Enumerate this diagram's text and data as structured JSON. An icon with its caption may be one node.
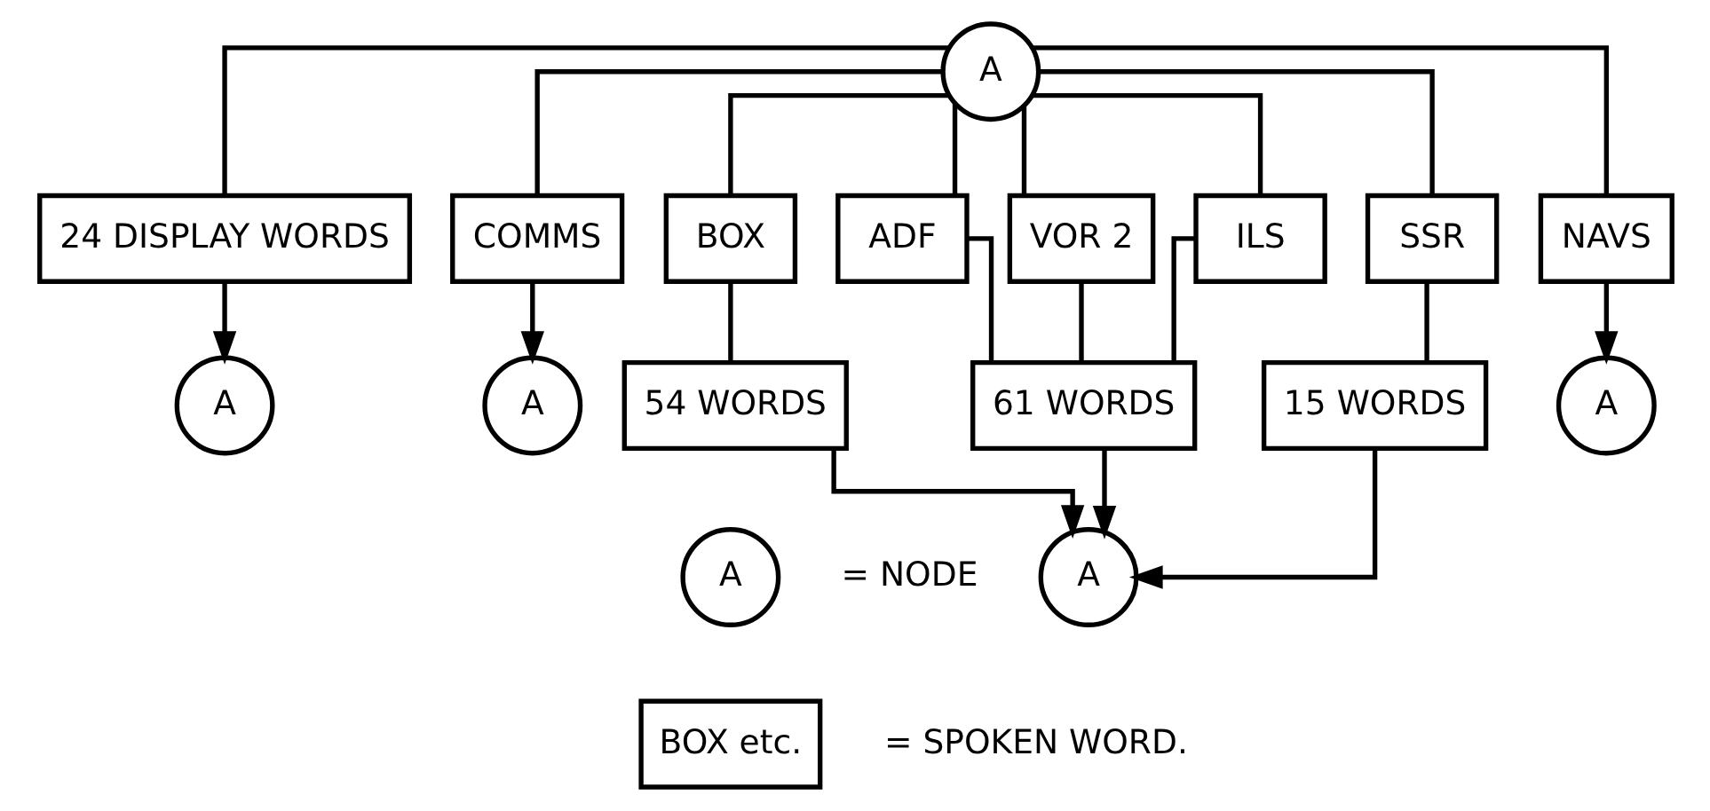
{
  "diagram": {
    "nodes": [
      {
        "text": [
          "A"
        ]
      },
      {
        "text": [
          "24 DISPLAY WORDS"
        ]
      },
      {
        "text": [
          "COMMS"
        ]
      },
      {
        "text": [
          "BOX"
        ]
      },
      {
        "text": [
          "ADF"
        ]
      },
      {
        "text": [
          "VOR 2"
        ]
      },
      {
        "text": [
          "ILS"
        ]
      },
      {
        "text": [
          "SSR"
        ]
      },
      {
        "text": [
          "NAVS"
        ]
      },
      {
        "text": [
          "A"
        ]
      },
      {
        "text": [
          "A"
        ]
      },
      {
        "text": [
          "54 WORDS"
        ]
      },
      {
        "text": [
          "61 WORDS"
        ]
      },
      {
        "text": [
          "15 WORDS"
        ]
      },
      {
        "text": [
          "A"
        ]
      },
      {
        "text": [
          "A"
        ]
      },
      {
        "text": [
          "A"
        ],
        "beside": [
          "= NODE"
        ]
      },
      {
        "text": [
          "BOX etc."
        ],
        "beside": [
          "= SPOKEN WORD."
        ]
      }
    ],
    "edges": [
      {
        "from": 0,
        "to": 1,
        "arrow": "none"
      },
      {
        "from": 0,
        "to": 2,
        "arrow": "none"
      },
      {
        "from": 0,
        "to": 3,
        "arrow": "none"
      },
      {
        "from": 0,
        "to": 4,
        "arrow": "none"
      },
      {
        "from": 0,
        "to": 5,
        "arrow": "none"
      },
      {
        "from": 0,
        "to": 6,
        "arrow": "none"
      },
      {
        "from": 0,
        "to": 7,
        "arrow": "none"
      },
      {
        "from": 0,
        "to": 8,
        "arrow": "none"
      },
      {
        "from": 1,
        "to": 9,
        "arrow": "to"
      },
      {
        "from": 2,
        "to": 10,
        "arrow": "to"
      },
      {
        "from": 3,
        "to": 11,
        "arrow": "none"
      },
      {
        "from": 4,
        "to": 12,
        "arrow": "none"
      },
      {
        "from": 5,
        "to": 12,
        "arrow": "none"
      },
      {
        "from": 6,
        "to": 12,
        "arrow": "none"
      },
      {
        "from": 7,
        "to": 13,
        "arrow": "none"
      },
      {
        "from": 8,
        "to": 14,
        "arrow": "to"
      },
      {
        "from": 11,
        "to": 15,
        "arrow": "to"
      },
      {
        "from": 12,
        "to": 15,
        "arrow": "to"
      },
      {
        "from": 13,
        "to": 15,
        "arrow": "to"
      }
    ]
  }
}
